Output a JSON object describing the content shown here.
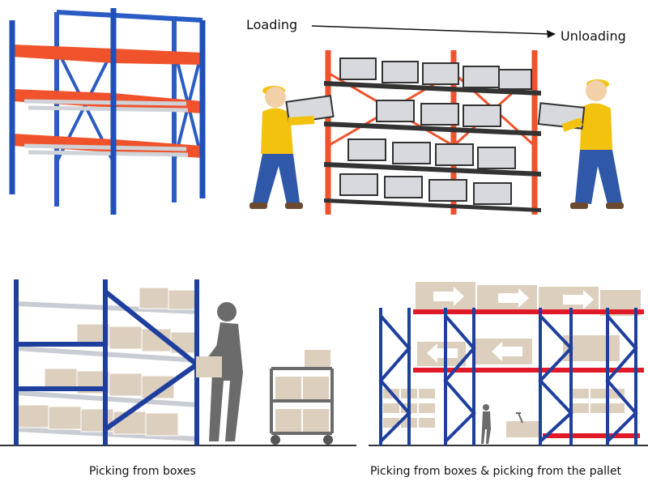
{
  "diagram": {
    "loading_label": "Loading",
    "unloading_label": "Unloading"
  },
  "captions": {
    "left": "Picking from boxes",
    "right": "Picking from boxes & picking from the pallet"
  },
  "colors": {
    "upright_blue": "#1f4fb8",
    "beam_orange": "#f0522b",
    "roller_gray": "#c9cdd3",
    "box_tan": "#dccfbe",
    "worker_shirt": "#f3c20f",
    "worker_pants": "#2f58a8",
    "silhouette": "#6b6b6b"
  }
}
